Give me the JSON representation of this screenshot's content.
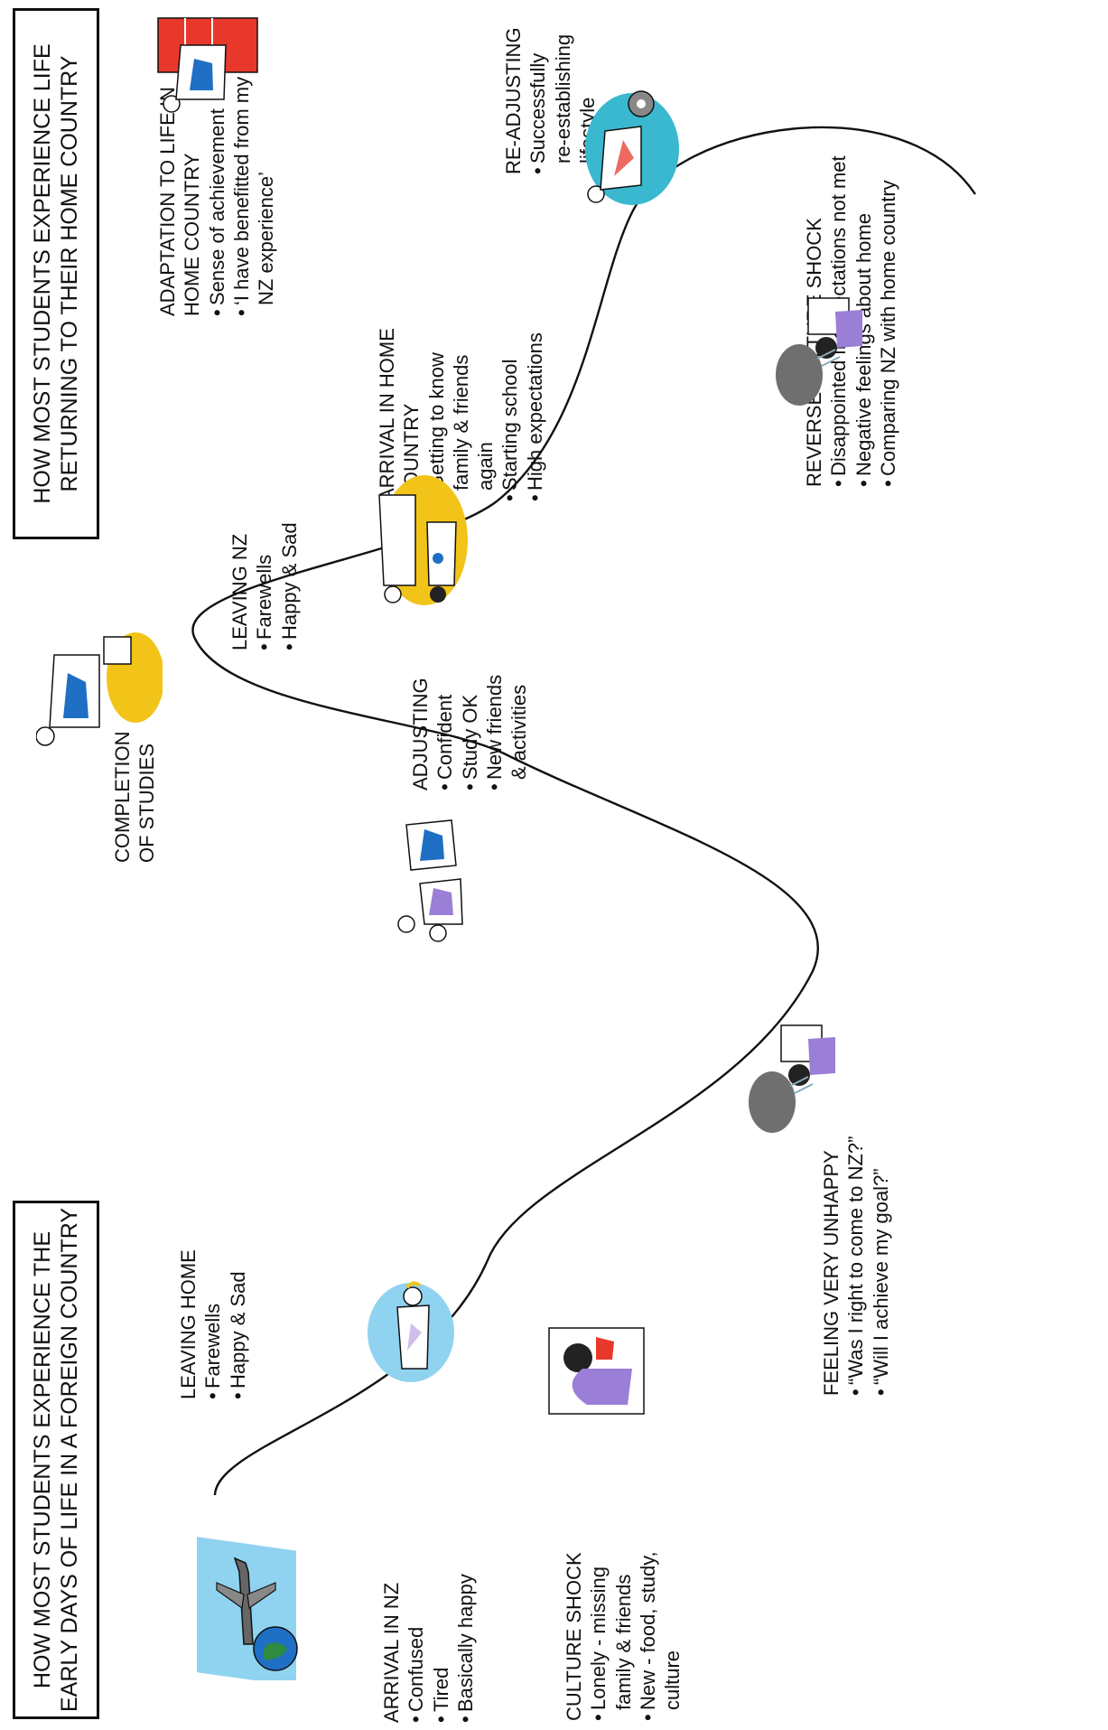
{
  "boxes": {
    "foreign": {
      "line1": "HOW MOST STUDENTS EXPERIENCE THE",
      "line2": "EARLY DAYS OF LIFE IN A FOREIGN COUNTRY"
    },
    "home": {
      "line1": "HOW MOST STUDENTS EXPERIENCE LIFE",
      "line2": "RETURNING TO THEIR HOME COUNTRY"
    }
  },
  "stages": {
    "arrival_nz": {
      "title": "ARRIVAL IN NZ",
      "bullets": [
        "Confused",
        "Tired",
        "Basically happy"
      ]
    },
    "leaving_home": {
      "title": "LEAVING HOME",
      "bullets": [
        "Farewells",
        "Happy & Sad"
      ]
    },
    "culture_shock": {
      "title": "CULTURE SHOCK",
      "bullets": [
        [
          "Lonely - missing",
          "family & friends"
        ],
        [
          "New - food, study,",
          "culture"
        ]
      ]
    },
    "feeling_unhappy": {
      "title": "FEELING VERY UNHAPPY",
      "bullets": [
        "“Was I right to come to NZ?”",
        "“Will I achieve my goal?”"
      ]
    },
    "completion": {
      "line1": "COMPLETION",
      "line2": "OF STUDIES"
    },
    "adjusting": {
      "title": "ADJUSTING",
      "bullets": [
        "Confident",
        "Study OK",
        [
          "New friends",
          "& activities"
        ]
      ]
    },
    "leaving_nz": {
      "title": "LEAVING NZ",
      "bullets": [
        "Farewells",
        "Happy & Sad"
      ]
    },
    "arrival_home": {
      "title_line1": "ARRIVAL IN HOME",
      "title_line2": "COUNTRY",
      "bullets": [
        [
          "Getting to know",
          "family & friends",
          "again"
        ],
        "Starting school",
        "High expectations"
      ]
    },
    "adaptation": {
      "title_line1": "ADAPTATION TO LIFE IN",
      "title_line2": "HOME COUNTRY",
      "bullets": [
        "Sense of achievement",
        [
          "‘I have benefitted from my",
          "NZ experience’"
        ]
      ]
    },
    "reverse_shock": {
      "title": "REVERSE CULTURE SHOCK",
      "bullets": [
        "Disappointed if expectations not met",
        "Negative feelings about home",
        "Comparing NZ with home country"
      ]
    },
    "readjusting": {
      "title": "RE-ADJUSTING",
      "bullets": [
        [
          "Successfully",
          "re-establishing",
          "lifestyle"
        ]
      ]
    }
  },
  "colors": {
    "line": "#111111",
    "sky_blue": "#8fd3f0",
    "yellow": "#f2c419",
    "cloud_gray": "#6f6f6f",
    "purple": "#9b7fd6",
    "red": "#e8382b",
    "teal": "#39b8cf",
    "blue": "#1f6fc4",
    "green": "#2e8b3f"
  },
  "icons": {
    "plane": "airplane-globe-icon",
    "traveller": "traveller-icon",
    "lonely": "lonely-student-icon",
    "cloud1": "rain-cloud-icon",
    "friends": "friends-icon",
    "graduate": "graduate-icon",
    "family": "family-greeting-icon",
    "cloud2": "rain-cloud-icon",
    "gears": "gear-figure-icon",
    "books": "books-reader-icon"
  }
}
